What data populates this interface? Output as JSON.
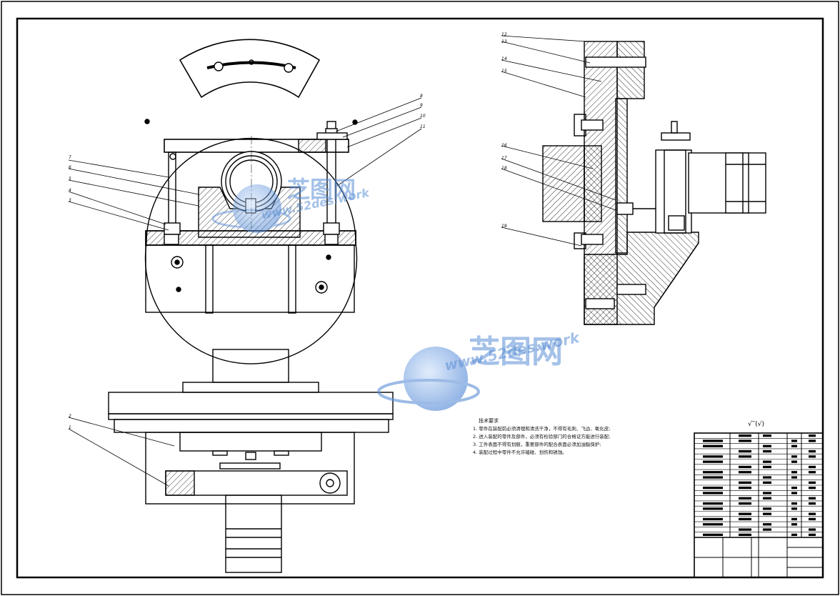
{
  "drawing": {
    "domain_note": "",
    "balloons_front": [
      "7",
      "6",
      "5",
      "4",
      "3"
    ],
    "balloons_front_right": [
      "8",
      "9",
      "10",
      "11"
    ],
    "balloons_section_top": [
      "12",
      "13",
      "14",
      "15"
    ],
    "balloons_section_mid": [
      "16",
      "17",
      "18"
    ],
    "balloons_section_bot": [
      "19"
    ],
    "balloons_bottom": [
      "2",
      "1"
    ]
  },
  "tech_requirements": {
    "title": "技术要求",
    "items": [
      "1. 零件在装配前必须清理和清洗干净，不得有毛刺、飞边、氧化皮;",
      "2. 进入装配的零件及部件，必须有检验部门的合格证方能进行装配;",
      "3. 工件表面不得有划痕，重要部件的配合表面必须加油脂保护;",
      "4. 装配过程中零件不允许磕碰、划伤和锈蚀。"
    ]
  },
  "roughness": "(√)",
  "watermark": {
    "cn": "芝图网",
    "url": "www.52des.work"
  },
  "colors": {
    "line": "#000000",
    "watermark": "#5b8fd6"
  }
}
